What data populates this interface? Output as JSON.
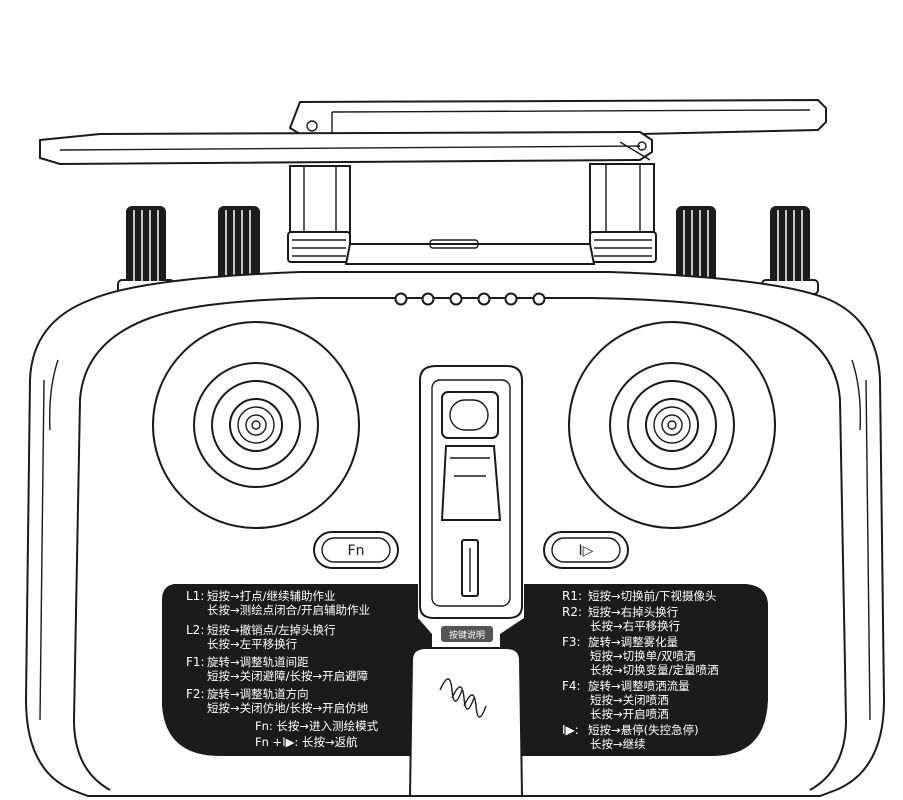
{
  "buttons": {
    "fn_label": "Fn",
    "play_glyph": "I▷"
  },
  "center_tag": "按键说明",
  "left_panel": {
    "l1_key": "L1:",
    "l1_line1": "短按→打点/继续辅助作业",
    "l1_line2": "长按→测绘点闭合/开启辅助作业",
    "l2_key": "L2:",
    "l2_line1": "短按→撤销点/左掉头换行",
    "l2_line2": "长按→左平移换行",
    "f1_key": "F1:",
    "f1_line1": "旋转→调整轨道间距",
    "f1_line2": "短按→关闭避障/长按→开启避障",
    "f2_key": "F2:",
    "f2_line1": "旋转→调整轨道方向",
    "f2_line2": "短按→关闭仿地/长按→开启仿地",
    "fn_line": "Fn: 长按→进入测绘模式",
    "fnplay_line": "Fn +I▶: 长按→返航"
  },
  "right_panel": {
    "r1_key": "R1:",
    "r1_line1": "短按→切换前/下视摄像头",
    "r2_key": "R2:",
    "r2_line1": "短按→右掉头换行",
    "r2_line2": "长按→右平移换行",
    "f3_key": "F3:",
    "f3_line1": "旋转→调整雾化量",
    "f3_line2": "短按→切换单/双喷洒",
    "f3_line3": "长按→切换变量/定量喷洒",
    "f4_key": "F4:",
    "f4_line1": "旋转→调整喷洒流量",
    "f4_line2": "短按→关闭喷洒",
    "f4_line3": "长按→开启喷洒",
    "play_key": "I▶:",
    "play_line1": "短按→悬停(失控急停)",
    "play_line2": "长按→继续"
  },
  "colors": {
    "line": "#1a1a1a",
    "panel": "#1b1b1b",
    "text_on_panel": "#ffffff",
    "background": "#ffffff"
  }
}
